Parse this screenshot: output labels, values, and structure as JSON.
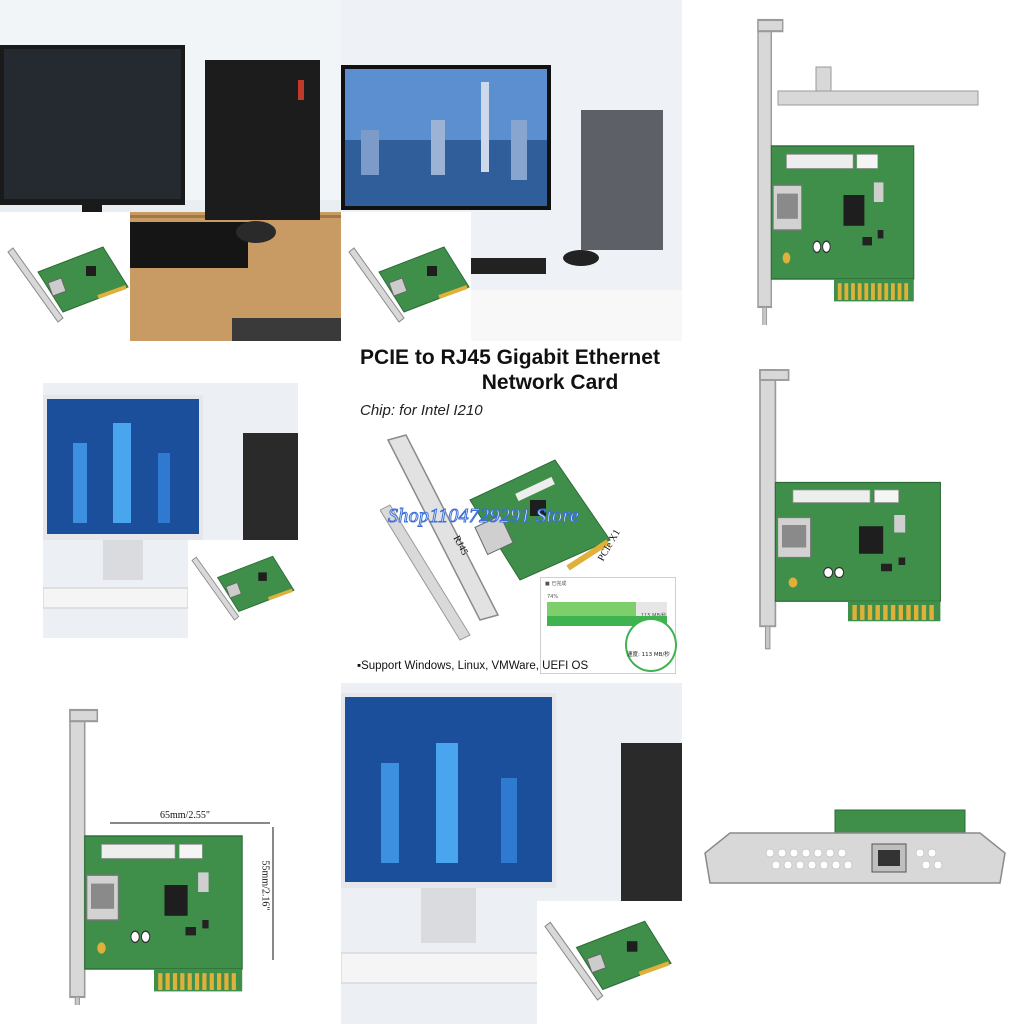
{
  "product": {
    "title_line1": "PCIE to RJ45 Gigabit Ethernet",
    "title_line2": "Network Card",
    "chip": "Chip: for Intel I210",
    "support": "▪Support Windows, Linux, VMWare, UEFI OS",
    "watermark": "Shop1104729291 Store"
  },
  "labels": {
    "rj45": "RJ45",
    "pcie": "PCIe X1",
    "width": "65mm/2.55\"",
    "height": "55mm/2.16\""
  },
  "speed_dialog": {
    "progress_label": "74%",
    "speed_small": "115 MB/秒",
    "speed_big": "速度: 113 MB/秒",
    "progress": 0.74
  },
  "colors": {
    "pcb": "#3f8f4a",
    "bracket": "#d4d4d4",
    "gold": "#e0b13a",
    "desk": "#c89a64",
    "screen_blue": "#1b4f9c"
  }
}
